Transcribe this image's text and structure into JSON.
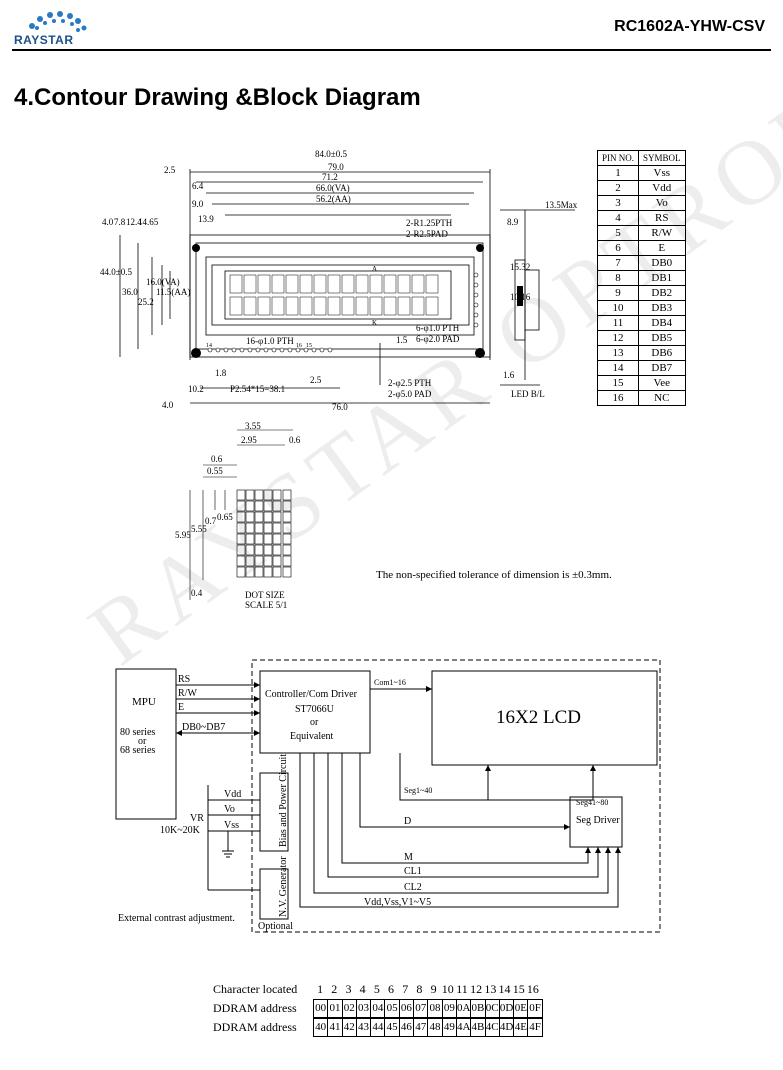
{
  "header": {
    "logo_text": "RAYSTAR",
    "model": "RC1602A-YHW-CSV"
  },
  "title": "4.Contour Drawing &Block Diagram",
  "watermark": "RAYSTAR OPTRONICS",
  "contour": {
    "dims": [
      "84.0±0.5",
      "79.0",
      "71.2",
      "66.0(VA)",
      "56.2(AA)",
      "2.5",
      "6.4",
      "9.0",
      "13.9",
      "4.0",
      "7.8",
      "12.4",
      "14.65",
      "44.0±0.5",
      "36.0",
      "25.2",
      "16.0(VA)",
      "11.5(AA)",
      "2-R1.25PTH",
      "2-R2.5PAD",
      "15.32",
      "10.16",
      "6-φ1.0 PTH",
      "6-φ2.0 PAD",
      "1.5",
      "16-φ1.0 PTH",
      "1.8",
      "P2.54*15=38.1",
      "2.5",
      "10.2",
      "4.0",
      "76.0",
      "2-φ2.5 PTH",
      "2-φ5.0 PAD",
      "14",
      "16",
      "15",
      "A",
      "K"
    ],
    "side": [
      "8.9",
      "13.5Max",
      "1.6",
      "LED B/L"
    ],
    "dot": [
      "3.55",
      "2.95",
      "0.6",
      "0.6",
      "0.55",
      "5.95",
      "5.55",
      "0.7",
      "0.65",
      "0.4",
      "DOT SIZE",
      "SCALE 5/1"
    ]
  },
  "pins": {
    "headers": [
      "PIN NO.",
      "SYMBOL"
    ],
    "rows": [
      [
        "1",
        "Vss"
      ],
      [
        "2",
        "Vdd"
      ],
      [
        "3",
        "Vo"
      ],
      [
        "4",
        "RS"
      ],
      [
        "5",
        "R/W"
      ],
      [
        "6",
        "E"
      ],
      [
        "7",
        "DB0"
      ],
      [
        "8",
        "DB1"
      ],
      [
        "9",
        "DB2"
      ],
      [
        "10",
        "DB3"
      ],
      [
        "11",
        "DB4"
      ],
      [
        "12",
        "DB5"
      ],
      [
        "13",
        "DB6"
      ],
      [
        "14",
        "DB7"
      ],
      [
        "15",
        "Vee"
      ],
      [
        "16",
        "NC"
      ]
    ]
  },
  "tolerance": "The non-specified tolerance of dimension is ±0.3mm.",
  "block": {
    "mpu": "MPU",
    "series1": "80 series",
    "or": "or",
    "series2": "68 series",
    "rs": "RS",
    "rw": "R/W",
    "e": "E",
    "db": "DB0~DB7",
    "ctrl1": "Controller/Com Driver",
    "ctrl2": "ST7066U",
    "ctrl3": "or",
    "ctrl4": "Equivalent",
    "com": "Com1~16",
    "lcd": "16X2 LCD",
    "seg1": "Seg1~40",
    "seg41": "Seg41~80",
    "segdrv": "Seg Driver",
    "d": "D",
    "m": "M",
    "cl1": "CL1",
    "cl2": "CL2",
    "vbus": "Vdd,Vss,V1~V5",
    "bias": "Bias and Power Circuit",
    "nv": "N.V. Generator",
    "optional": "Optional",
    "vdd": "Vdd",
    "vo": "Vo",
    "vss": "Vss",
    "vr": "VR",
    "vrval": "10K~20K",
    "ext": "External contrast adjustment."
  },
  "ddram": {
    "loc_label": "Character located",
    "addr_label": "DDRAM address",
    "positions": [
      "1",
      "2",
      "3",
      "4",
      "5",
      "6",
      "7",
      "8",
      "9",
      "10",
      "11",
      "12",
      "13",
      "14",
      "15",
      "16"
    ],
    "row1": [
      "00",
      "01",
      "02",
      "03",
      "04",
      "05",
      "06",
      "07",
      "08",
      "09",
      "0A",
      "0B",
      "0C",
      "0D",
      "0E",
      "0F"
    ],
    "row2": [
      "40",
      "41",
      "42",
      "43",
      "44",
      "45",
      "46",
      "47",
      "48",
      "49",
      "4A",
      "4B",
      "4C",
      "4D",
      "4E",
      "4F"
    ]
  }
}
